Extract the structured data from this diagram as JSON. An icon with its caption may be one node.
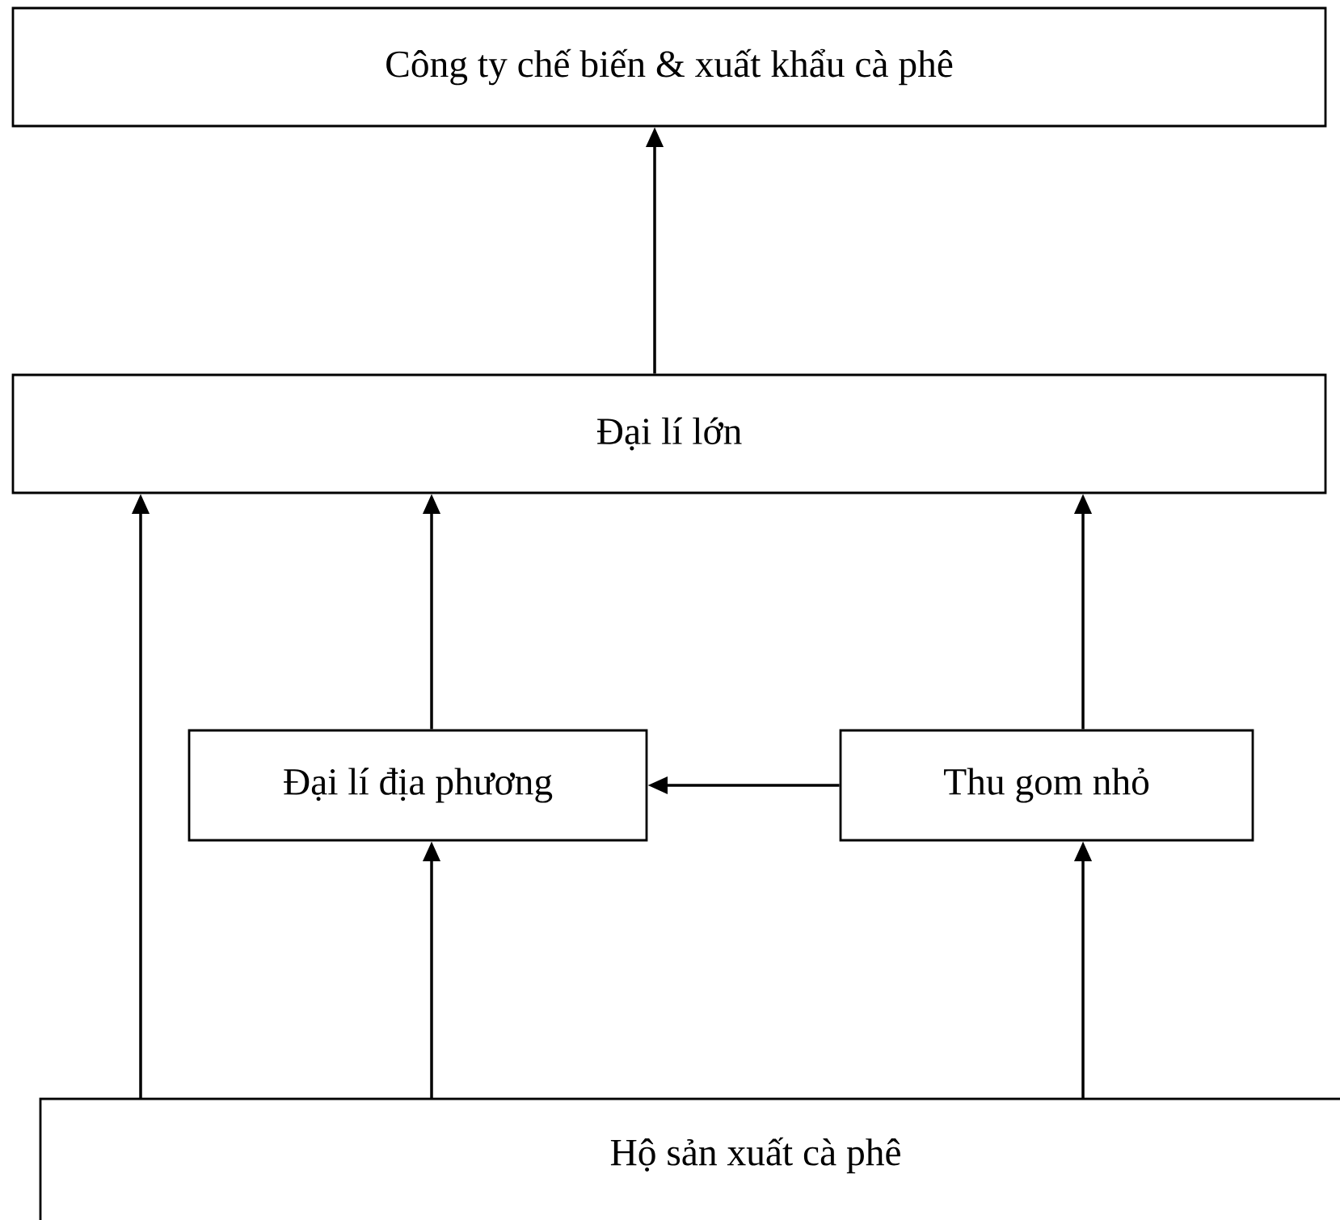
{
  "diagram": {
    "nodes": [
      {
        "text": [
          "Công ty chế biến & xuất khẩu cà phê"
        ]
      },
      {
        "text": [
          "Đại lí lớn"
        ]
      },
      {
        "text": [
          "Đại lí địa phương"
        ]
      },
      {
        "text": [
          "Thu gom nhỏ"
        ]
      },
      {
        "text": [
          "Hộ sản xuất cà phê"
        ]
      }
    ],
    "edges": [
      {
        "from": 1,
        "to": 0,
        "arrow": "to"
      },
      {
        "from": 4,
        "to": 1,
        "arrow": "to"
      },
      {
        "from": 2,
        "to": 1,
        "arrow": "to"
      },
      {
        "from": 3,
        "to": 1,
        "arrow": "to"
      },
      {
        "from": 3,
        "to": 2,
        "arrow": "to"
      },
      {
        "from": 4,
        "to": 2,
        "arrow": "to"
      },
      {
        "from": 4,
        "to": 3,
        "arrow": "to"
      }
    ]
  }
}
